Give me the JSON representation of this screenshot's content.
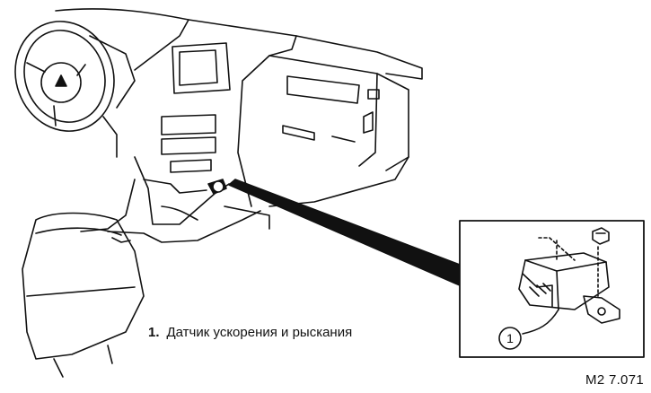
{
  "legend": {
    "items": [
      {
        "number": "1.",
        "text": "Датчик ускорения и рыскания"
      }
    ]
  },
  "callout": {
    "label": "1"
  },
  "figure_code": "M2 7.071"
}
